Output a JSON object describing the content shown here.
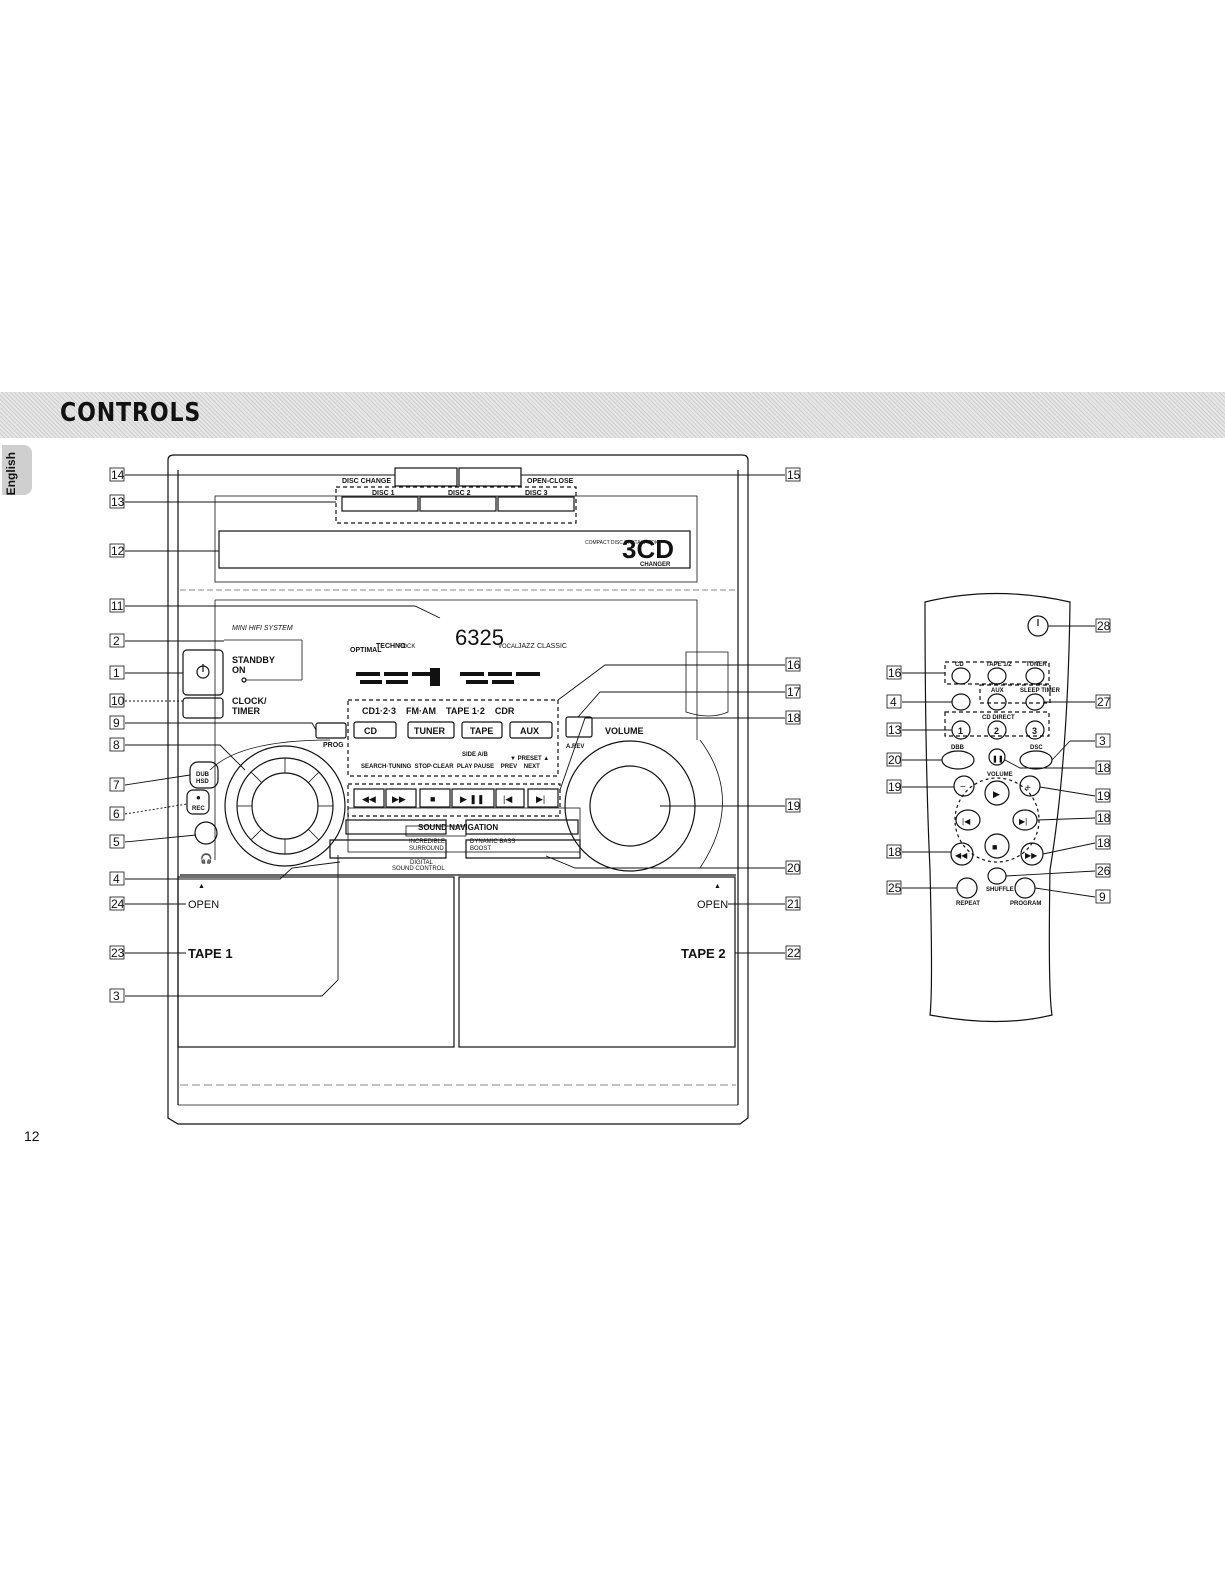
{
  "header": {
    "title": "CONTROLS",
    "language_tab": "English"
  },
  "page_number": "12",
  "main_unit": {
    "disc_change": "DISC CHANGE",
    "open_close": "OPEN-CLOSE",
    "disc1": "DISC 1",
    "disc2": "DISC 2",
    "disc3": "DISC 3",
    "logo_3cd": "3CD",
    "logo_changer": "CHANGER",
    "compact_disc": "COMPACT DISC DIGITAL AUDIO",
    "mini_hifi": "MINI HIFI SYSTEM",
    "standby": "STANDBY",
    "on": "ON",
    "clock": "CLOCK/",
    "timer": "TIMER",
    "prog": "PROG",
    "sources_row": "CD1·2·3    FM·AM    TAPE 1·2    CDR",
    "source_buttons": [
      "CD",
      "TUNER",
      "TAPE",
      "AUX"
    ],
    "arev": "A.REV",
    "volume": "VOLUME",
    "transport_labels": "SEARCH·TUNING  STOP·CLEAR  PLAY PAUSE    PREV    NEXT",
    "sidecd_label": "SIDE A/B",
    "preset_label": "▼ PRESET ▲",
    "sound_navigation": "SOUND NAVIGATION",
    "incredible_surround": [
      "INCREDIBLE",
      "SURROUND"
    ],
    "dynamic_bass": [
      "DYNAMIC BASS",
      "BOOST"
    ],
    "digital_sound": [
      "DIGITAL",
      "SOUND CONTROL"
    ],
    "dubbing": [
      "DUB",
      "HSD"
    ],
    "rec": "REC",
    "open_left": "OPEN",
    "open_right": "OPEN",
    "tape1": "TAPE 1",
    "tape2": "TAPE 2",
    "display_styles": [
      "OPTIMAL",
      "TECHNO",
      "ROCK",
      "VOCAL",
      "JAZZ",
      "CLASSIC"
    ],
    "display_digits": "6325"
  },
  "callouts_left": [
    "14",
    "13",
    "12",
    "11",
    "2",
    "1",
    "10",
    "9",
    "8",
    "7",
    "6",
    "5",
    "4",
    "24",
    "23",
    "3"
  ],
  "callouts_right": [
    "15",
    "16",
    "17",
    "18",
    "19",
    "20",
    "21",
    "22"
  ],
  "remote": {
    "labels": {
      "cd": "CD",
      "tape12": "TAPE 1/2",
      "tuner": "TUNER",
      "aux": "AUX",
      "sleep_timer": "SLEEP TIMER",
      "cd_direct": "CD DIRECT",
      "dbb": "DBB",
      "dsc": "DSC",
      "volume": "VOLUME",
      "shuffle": "SHUFFLE",
      "repeat": "REPEAT",
      "program": "PROGRAM",
      "one": "1",
      "two": "2",
      "three": "3"
    },
    "callouts_left": [
      "16",
      "4",
      "13",
      "20",
      "19",
      "18",
      "25"
    ],
    "callouts_right": [
      "28",
      "27",
      "3",
      "18",
      "19",
      "18",
      "18",
      "26",
      "9"
    ]
  }
}
